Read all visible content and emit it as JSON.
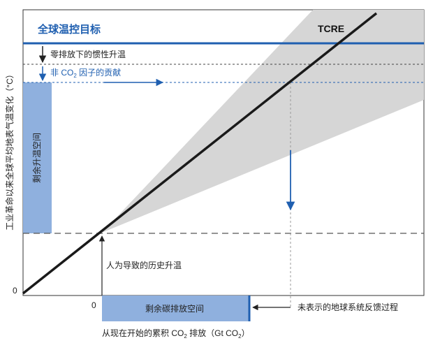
{
  "colors": {
    "target_blue": "#1f5fb0",
    "budget_fill": "#8fb0de",
    "cone_gray": "#d6d6d6",
    "line_black": "#1a1a1a"
  },
  "labels": {
    "global_target": "全球温控目标",
    "tcre": "TCRE",
    "zero_emission_warming": "零排放下的惯性升温",
    "non_co2_prefix": "非 CO",
    "non_co2_sub": "2",
    "non_co2_suffix": " 因子的贡献",
    "remaining_warming": "剩余升温空间",
    "historical_warming": "人为导致的历史升温",
    "remaining_budget": "剩余碳排放空间",
    "unrepresented_feedback": "未表示的地球系统反馈过程",
    "y_axis_title": "工业革命以来全球平均地表气温变化（°C）",
    "y_zero": "0",
    "x_zero": "0",
    "x_title_a": "从现在开始的累积 CO",
    "x_title_sub1": "2",
    "x_title_b": " 排放（Gt CO",
    "x_title_sub2": "2",
    "x_title_c": "）"
  }
}
